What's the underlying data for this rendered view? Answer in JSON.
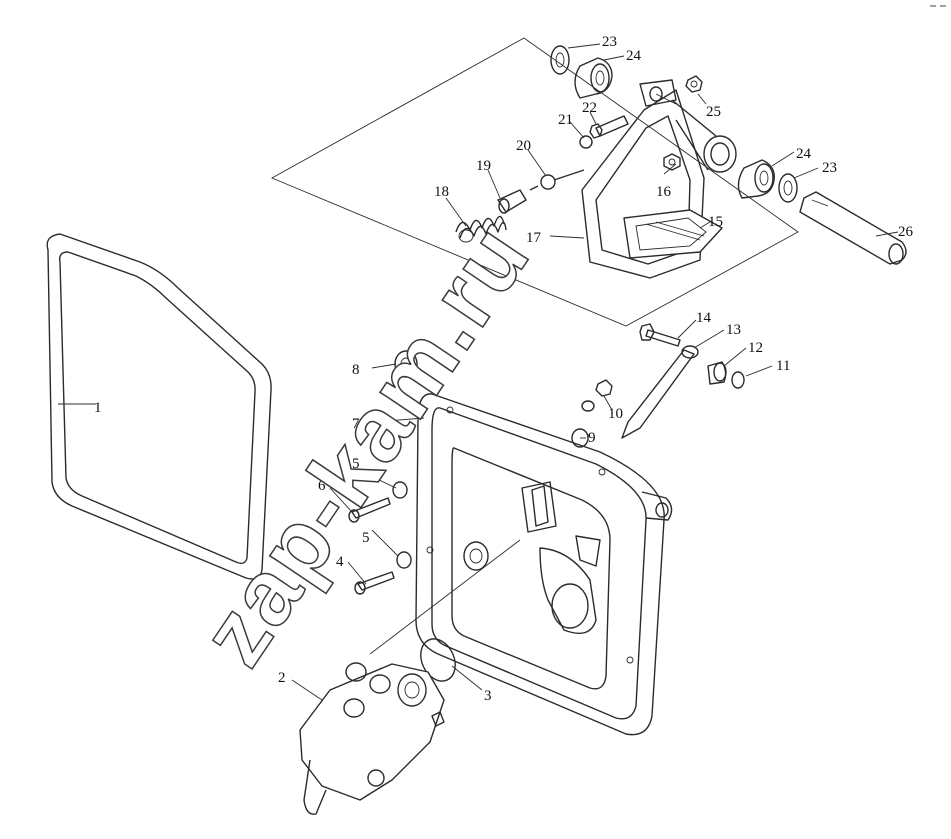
{
  "watermark": {
    "text": "zap-kam.ru"
  },
  "callouts": [
    {
      "id": "callout-1",
      "label": "1"
    },
    {
      "id": "callout-2",
      "label": "2"
    },
    {
      "id": "callout-3",
      "label": "3"
    },
    {
      "id": "callout-4",
      "label": "4"
    },
    {
      "id": "callout-5a",
      "label": "5"
    },
    {
      "id": "callout-5b",
      "label": "5"
    },
    {
      "id": "callout-6",
      "label": "6"
    },
    {
      "id": "callout-7",
      "label": "7"
    },
    {
      "id": "callout-8",
      "label": "8"
    },
    {
      "id": "callout-9",
      "label": "9"
    },
    {
      "id": "callout-10",
      "label": "10"
    },
    {
      "id": "callout-11",
      "label": "11"
    },
    {
      "id": "callout-12",
      "label": "12"
    },
    {
      "id": "callout-13",
      "label": "13"
    },
    {
      "id": "callout-14",
      "label": "14"
    },
    {
      "id": "callout-15",
      "label": "15"
    },
    {
      "id": "callout-16",
      "label": "16"
    },
    {
      "id": "callout-17",
      "label": "17"
    },
    {
      "id": "callout-18",
      "label": "18"
    },
    {
      "id": "callout-19",
      "label": "19"
    },
    {
      "id": "callout-20",
      "label": "20"
    },
    {
      "id": "callout-21",
      "label": "21"
    },
    {
      "id": "callout-22",
      "label": "22"
    },
    {
      "id": "callout-23a",
      "label": "23"
    },
    {
      "id": "callout-23b",
      "label": "23"
    },
    {
      "id": "callout-24a",
      "label": "24"
    },
    {
      "id": "callout-24b",
      "label": "24"
    },
    {
      "id": "callout-25",
      "label": "25"
    },
    {
      "id": "callout-26",
      "label": "26"
    }
  ]
}
